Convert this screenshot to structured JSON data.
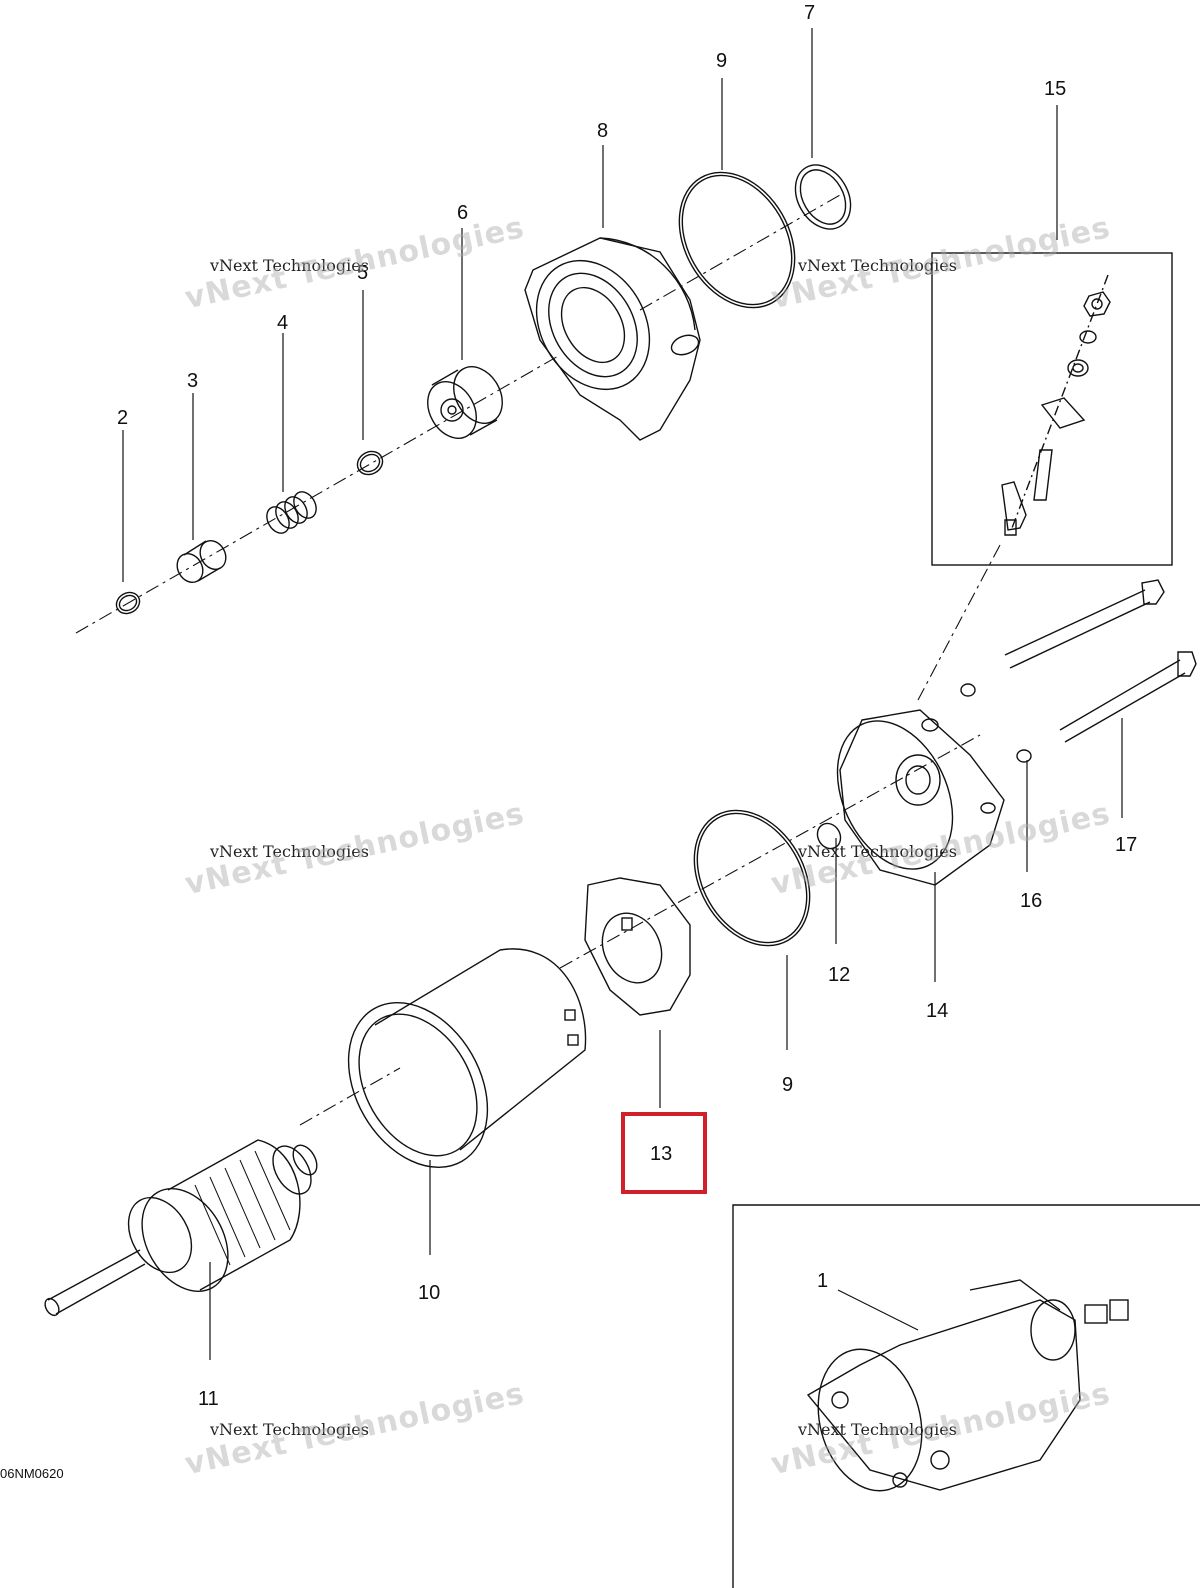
{
  "diagram": {
    "drawing_code": "06NM0620",
    "highlight_color": "#d0212a",
    "highlighted_callout": "13",
    "callouts": [
      "1",
      "2",
      "3",
      "4",
      "5",
      "6",
      "7",
      "8",
      "9",
      "9",
      "10",
      "11",
      "12",
      "13",
      "14",
      "15",
      "16",
      "17"
    ]
  },
  "watermark": {
    "line1": "vNext Technologies",
    "line2": "vNext Technologies"
  }
}
